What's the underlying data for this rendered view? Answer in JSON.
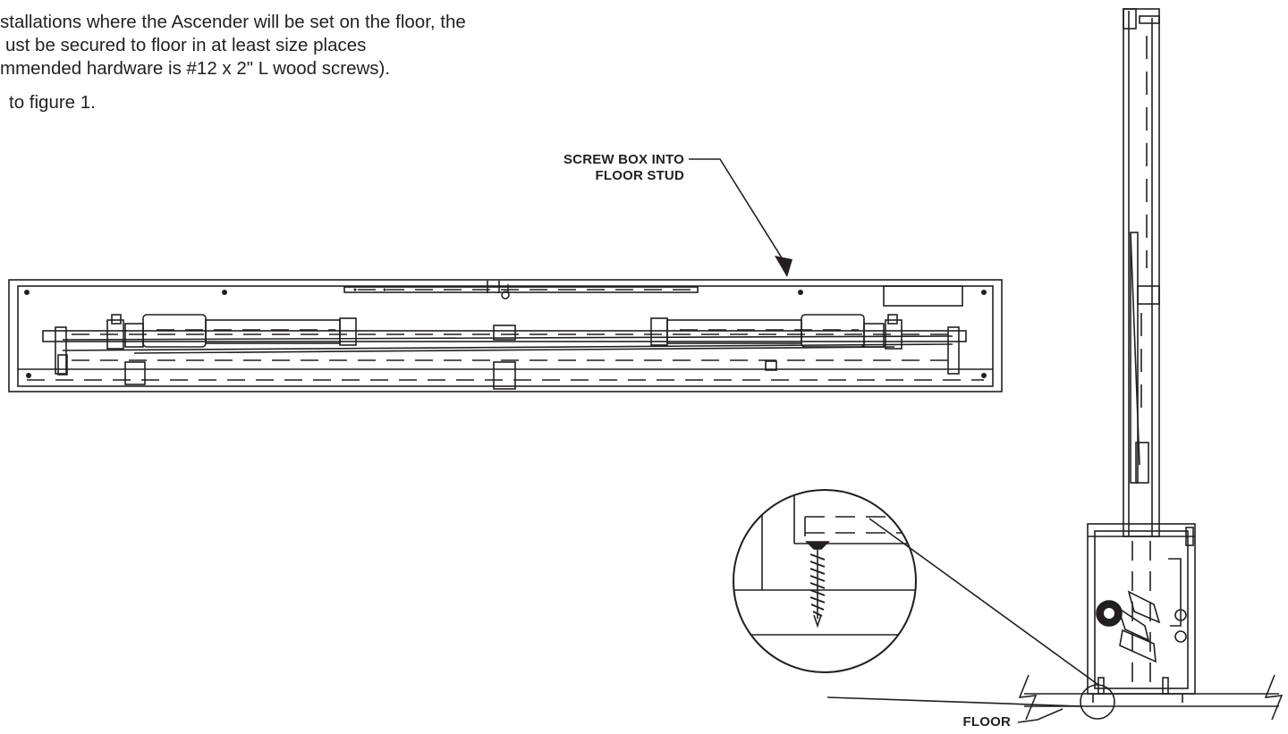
{
  "instructions": {
    "line1": "stallations where the Ascender will be set on the floor, the",
    "line2": "ust be secured to floor in at least size places",
    "line3": "mmended hardware is #12 x 2\" L wood screws).",
    "figure_ref": "to figure 1."
  },
  "callouts": {
    "screw_line1": "SCREW BOX INTO",
    "screw_line2": "FLOOR STUD",
    "floor": "FLOOR"
  }
}
